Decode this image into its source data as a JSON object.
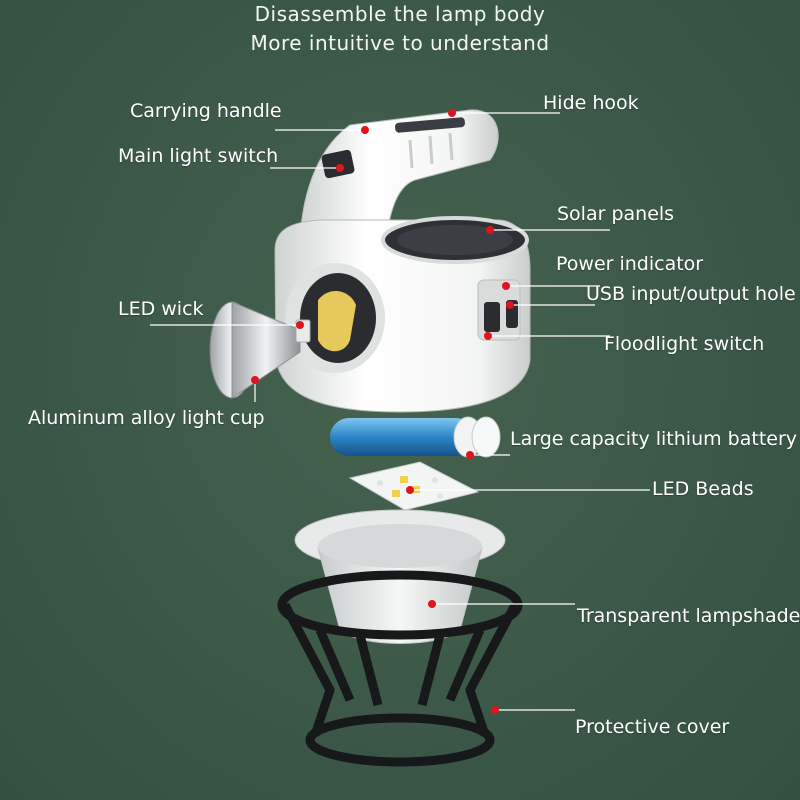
{
  "header": {
    "line1": "Disassemble the lamp body",
    "line2": "More intuitive to understand"
  },
  "labels": {
    "carrying_handle": "Carrying handle",
    "hide_hook": "Hide hook",
    "main_light_switch": "Main light switch",
    "solar_panels": "Solar panels",
    "power_indicator": "Power indicator",
    "usb_hole": "USB input/output hole",
    "led_wick": "LED wick",
    "floodlight_switch": "Floodlight switch",
    "light_cup": "Aluminum alloy light cup",
    "battery": "Large capacity lithium battery",
    "led_beads": "LED Beads",
    "lampshade": "Transparent lampshade",
    "protective_cover": "Protective cover"
  },
  "colors": {
    "background": "#3e5a4a",
    "marker": "#e0141e",
    "leader": "#ffffff"
  }
}
